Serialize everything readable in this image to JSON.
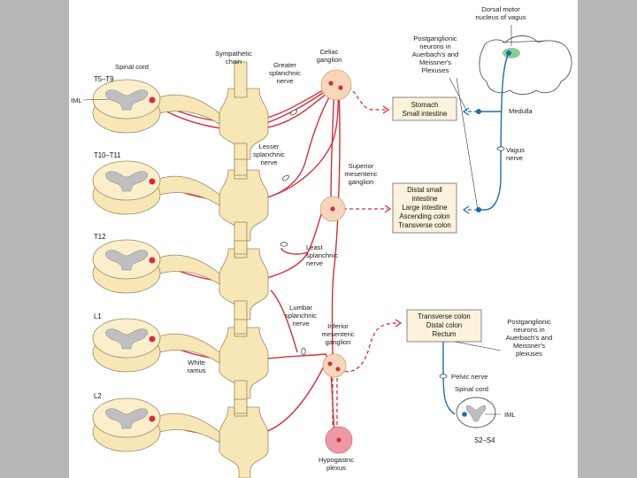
{
  "colors": {
    "sympathetic": "#d62d3a",
    "parasympathetic": "#1b6fa8",
    "bone": "#f7e6b6",
    "bone_edge": "#9a8a63",
    "grey_matter": "#bfbfbf",
    "ganglion": "#f6d7bb",
    "plexus": "#ee9aa6",
    "organ_box": "#fdf3dc",
    "nucleus": "#6ec27a",
    "frame": "#b7b7b7"
  },
  "segments": {
    "t5_t9": "T5–T9",
    "t10_t11": "T10–T11",
    "t12": "T12",
    "l1": "L1",
    "l2": "L2",
    "s2_s4": "S2–S4"
  },
  "labels": {
    "spinal_cord_top": "Spinal cord",
    "iml_left": "IML",
    "sympathetic_chain": [
      "Sympathetic",
      "chain"
    ],
    "greater_splanchnic": [
      "Greater",
      "splanchnic",
      "nerve"
    ],
    "celiac_ganglion": [
      "Celiac",
      "ganglion"
    ],
    "lesser_splanchnic": [
      "Lesser",
      "splanchnic",
      "nerve"
    ],
    "superior_mesenteric": [
      "Superior",
      "mesenteric",
      "ganglion"
    ],
    "least_splanchnic": [
      "Least",
      "splanchnic",
      "nerve"
    ],
    "lumbar_splanchnic": [
      "Lumbar",
      "splanchnic",
      "nerve"
    ],
    "inferior_mesenteric": [
      "Inferior",
      "mesenteric",
      "ganglion"
    ],
    "white_ramus": [
      "White",
      "ramus"
    ],
    "hypogastric_plexus": [
      "Hypogastric",
      "plexus"
    ],
    "dorsal_motor": [
      "Dorsal motor",
      "nucleus of vagus"
    ],
    "postganglionic_top": [
      "Postganglionic",
      "neurons in",
      "Auerbach's and",
      "Meissner's",
      "Plexuses"
    ],
    "medulla": "Medulla",
    "vagus_nerve": [
      "Vagus",
      "nerve"
    ],
    "postganglionic_bottom": [
      "Postganglionic",
      "neurons in",
      "Auerbach's and",
      "Meissner's",
      "plexuses"
    ],
    "pelvic_nerve": "Pelvic nerve",
    "spinal_cord_bottom": "Spinal cord",
    "iml_right": "IML"
  },
  "organ_boxes": {
    "upper": [
      "Stomach",
      "Small intestine"
    ],
    "middle": [
      "Distal small",
      "intestine",
      "Large intestine",
      "Ascending colon",
      "Transverse colon"
    ],
    "lower": [
      "Transverse colon",
      "Distal colon",
      "Rectum"
    ]
  }
}
